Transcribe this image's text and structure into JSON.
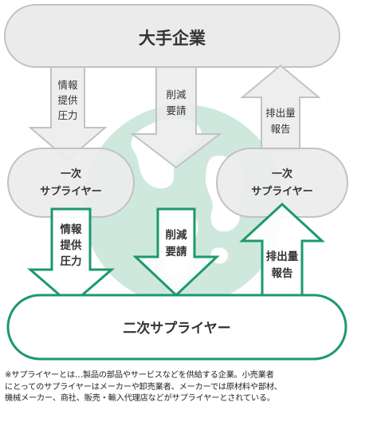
{
  "top_box": {
    "label": "大手企業"
  },
  "bottom_box": {
    "label": "二次サプライヤー"
  },
  "primary_left": {
    "lines": [
      "一次",
      "サプライヤー"
    ]
  },
  "primary_right": {
    "lines": [
      "一次",
      "サプライヤー"
    ]
  },
  "upper_arrows": {
    "pressure": {
      "lines": [
        "情報",
        "提供",
        "圧力"
      ]
    },
    "reduction": {
      "lines": [
        "削減",
        "要請"
      ]
    },
    "emission": {
      "lines": [
        "排出量",
        "報告"
      ]
    }
  },
  "lower_arrows": {
    "pressure": {
      "lines": [
        "情報",
        "提供",
        "圧力"
      ]
    },
    "reduction": {
      "lines": [
        "削減",
        "要請"
      ]
    },
    "emission": {
      "lines": [
        "排出量",
        "報告"
      ]
    }
  },
  "footnote": {
    "lines": [
      "※サプライヤーとは…製品の部品やサービスなどを供給する企業。小売業者",
      "にとってのサプライヤーはメーカーや卸売業者、メーカーでは原材料や部材、",
      "機械メーカー、商社、販売・輸入代理店などがサプライヤーとされている。"
    ]
  },
  "colors": {
    "gray_fill": "#ebebeb",
    "gray_stroke": "#c2c2c2",
    "green": "#1b9a6a",
    "globe_fill": "#cfe8dd",
    "globe_land": "#ffffff",
    "text_dark": "#333333"
  }
}
